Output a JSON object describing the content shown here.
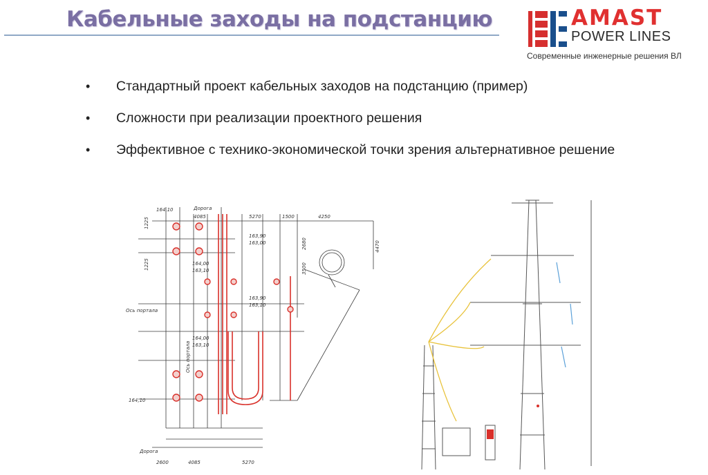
{
  "slide": {
    "title": "Кабельные заходы на подстанцию"
  },
  "logo": {
    "name": "AMAST",
    "subtitle": "POWER LINES",
    "tagline": "Современные инженерные решения ВЛ"
  },
  "bullets": [
    "Стандартный проект кабельных заходов на подстанцию (пример)",
    "Сложности при реализации проектного решения",
    "Эффективное с технико-экономической точки зрения альтернативное решение"
  ],
  "plan": {
    "road_top": "Дорога",
    "road_bottom": "Дорога",
    "portal_axis": "Ось портала",
    "portal_axis_vertical": "Ось портала",
    "dims_top": [
      "4085",
      "5270",
      "1500",
      "4250"
    ],
    "dims_bottom": [
      "2600",
      "4085",
      "5270"
    ],
    "dims_left": [
      "1225",
      "1225"
    ],
    "dims_right": [
      "2680",
      "3500",
      "4470"
    ],
    "elevations": [
      "164,10",
      "163,90",
      "163,00",
      "164,00",
      "163,10",
      "163,90",
      "163,10",
      "164,00",
      "163,10",
      "164,10"
    ]
  },
  "colors": {
    "title": "#7a6fa3",
    "logo_red": "#e03030",
    "cable_red": "#d9302a",
    "drawing_line": "#3a3a3a",
    "cable_yellow": "#e8c23a"
  }
}
